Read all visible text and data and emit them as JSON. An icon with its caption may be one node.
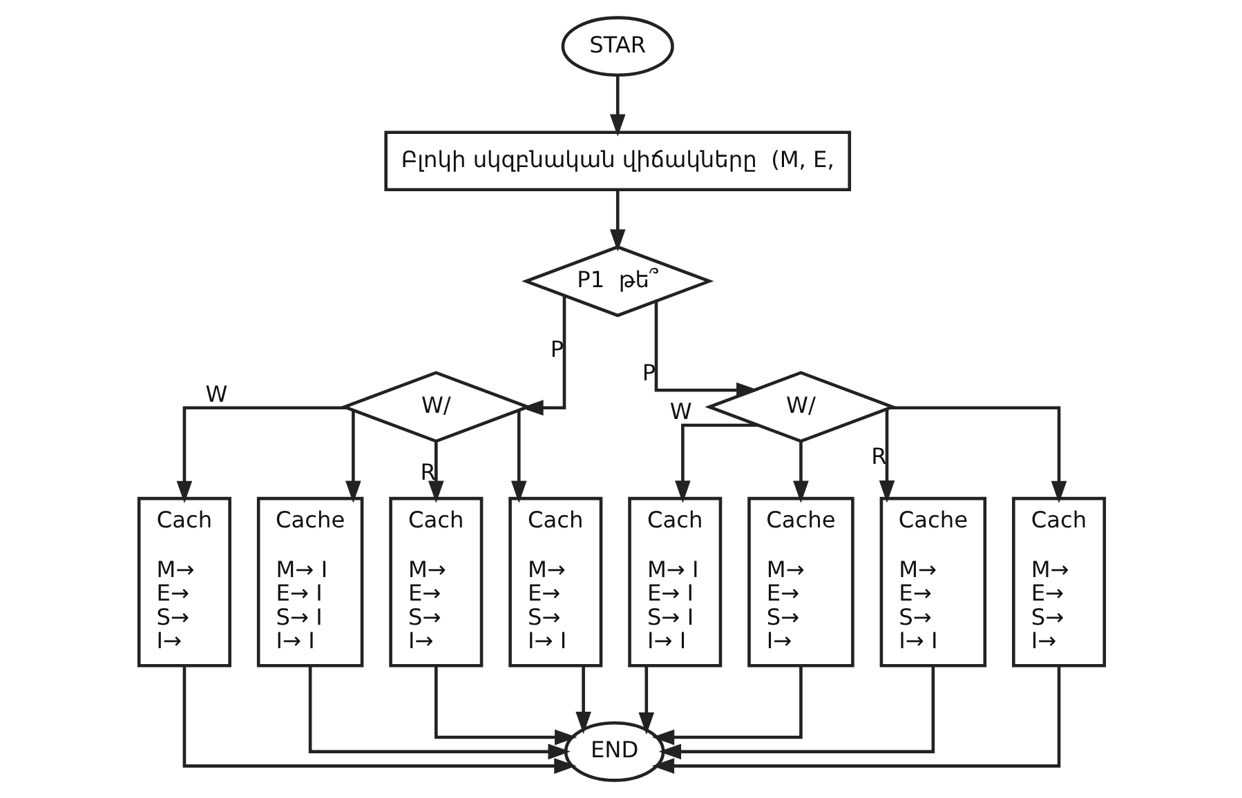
{
  "diagram": {
    "nodes": [
      {
        "text": [
          "STAR"
        ]
      },
      {
        "text": [
          "Բլոկի սկզբնական վիճակները  (M, E,"
        ]
      },
      {
        "text": [
          "P1  թե՞"
        ]
      },
      {
        "text": [
          "W/"
        ]
      },
      {
        "text": [
          "W/"
        ]
      },
      {
        "text": [
          "Cach",
          "M→",
          "E→",
          "S→",
          "I→"
        ]
      },
      {
        "text": [
          "Cache",
          "M→ I",
          "E→ I",
          "S→ I",
          "I→ I"
        ]
      },
      {
        "text": [
          "Cach",
          "M→",
          "E→",
          "S→",
          "I→"
        ]
      },
      {
        "text": [
          "Cach",
          "M→",
          "E→",
          "S→",
          "I→ I"
        ]
      },
      {
        "text": [
          "Cach",
          "M→ I",
          "E→ I",
          "S→ I",
          "I→ I"
        ]
      },
      {
        "text": [
          "Cache",
          "M→",
          "E→",
          "S→",
          "I→"
        ]
      },
      {
        "text": [
          "Cache",
          "M→",
          "E→",
          "S→",
          "I→ I"
        ]
      },
      {
        "text": [
          "Cach",
          "M→",
          "E→",
          "S→",
          "I→"
        ]
      },
      {
        "text": [
          "END"
        ]
      }
    ],
    "edges": [
      {
        "from": 0,
        "to": 1,
        "arrow": "to"
      },
      {
        "from": 1,
        "to": 2,
        "arrow": "to"
      },
      {
        "from": 2,
        "to": 3,
        "arrow": "to",
        "label": "P"
      },
      {
        "from": 2,
        "to": 4,
        "arrow": "to",
        "label": "P"
      },
      {
        "from": 3,
        "to": 5,
        "arrow": "to",
        "label": "W"
      },
      {
        "from": 3,
        "to": 6,
        "arrow": "to"
      },
      {
        "from": 3,
        "to": 7,
        "arrow": "to",
        "label": "R"
      },
      {
        "from": 3,
        "to": 8,
        "arrow": "to"
      },
      {
        "from": 4,
        "to": 9,
        "arrow": "to",
        "label": "W"
      },
      {
        "from": 4,
        "to": 10,
        "arrow": "to"
      },
      {
        "from": 4,
        "to": 11,
        "arrow": "to",
        "label": "R"
      },
      {
        "from": 4,
        "to": 12,
        "arrow": "to"
      },
      {
        "from": 5,
        "to": 13,
        "arrow": "to"
      },
      {
        "from": 6,
        "to": 13,
        "arrow": "to"
      },
      {
        "from": 7,
        "to": 13,
        "arrow": "to"
      },
      {
        "from": 8,
        "to": 13,
        "arrow": "to"
      },
      {
        "from": 9,
        "to": 13,
        "arrow": "to"
      },
      {
        "from": 10,
        "to": 13,
        "arrow": "to"
      },
      {
        "from": 11,
        "to": 13,
        "arrow": "to"
      },
      {
        "from": 12,
        "to": 13,
        "arrow": "to"
      }
    ]
  }
}
